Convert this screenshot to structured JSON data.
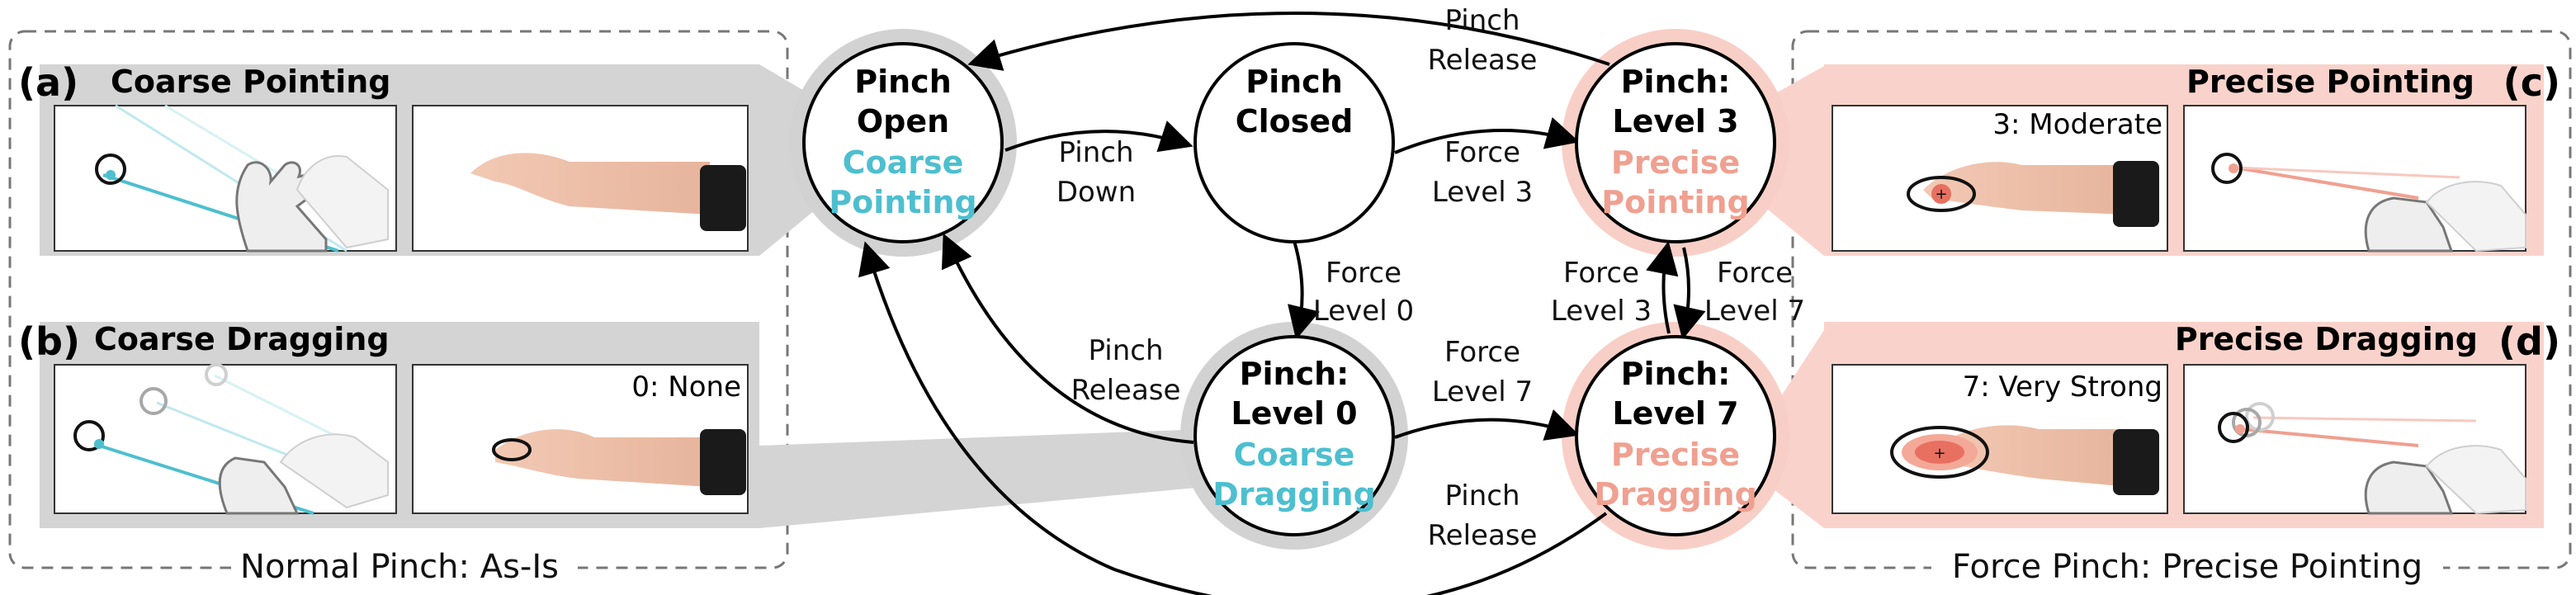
{
  "panels": {
    "a": {
      "letter": "(a)",
      "title": "Coarse Pointing"
    },
    "b": {
      "letter": "(b)",
      "title": "Coarse Dragging",
      "force_caption": "0: None"
    },
    "c": {
      "letter": "(c)",
      "title": "Precise Pointing",
      "force_caption": "3: Moderate"
    },
    "d": {
      "letter": "(d)",
      "title": "Precise Dragging",
      "force_caption": "7: Very Strong"
    }
  },
  "group_labels": {
    "left": "Normal Pinch: As-Is",
    "right": "Force Pinch: Precise Pointing"
  },
  "states": {
    "pinch_open": {
      "line1": "Pinch",
      "line2": "Open",
      "mode1": "Coarse",
      "mode2": "Pointing"
    },
    "pinch_closed": {
      "line1": "Pinch",
      "line2": "Closed"
    },
    "level3": {
      "line1": "Pinch:",
      "line2": "Level 3",
      "mode1": "Precise",
      "mode2": "Pointing"
    },
    "level0": {
      "line1": "Pinch:",
      "line2": "Level 0",
      "mode1": "Coarse",
      "mode2": "Dragging"
    },
    "level7": {
      "line1": "Pinch:",
      "line2": "Level 7",
      "mode1": "Precise",
      "mode2": "Dragging"
    }
  },
  "transitions": {
    "pinch_down": [
      "Pinch",
      "Down"
    ],
    "force_level3": [
      "Force",
      "Level 3"
    ],
    "force_level0": [
      "Force",
      "Level 0"
    ],
    "force_level7": [
      "Force",
      "Level 7"
    ],
    "pinch_release_top": [
      "Pinch",
      "Release"
    ],
    "pinch_release_mid": [
      "Pinch",
      "Release"
    ],
    "pinch_release_bottom": [
      "Pinch",
      "Release"
    ],
    "l7_to_l3": [
      "Force",
      "Level 3"
    ],
    "l3_to_l7": [
      "Force",
      "Level 7"
    ]
  },
  "colors": {
    "coarse": "#4dbfcf",
    "precise": "#f0a090",
    "coarse_band": "#d4d4d4",
    "precise_band": "#f9d3cb",
    "ring_coarse": "#d2d2d2",
    "ring_precise": "#f8cfc6"
  }
}
